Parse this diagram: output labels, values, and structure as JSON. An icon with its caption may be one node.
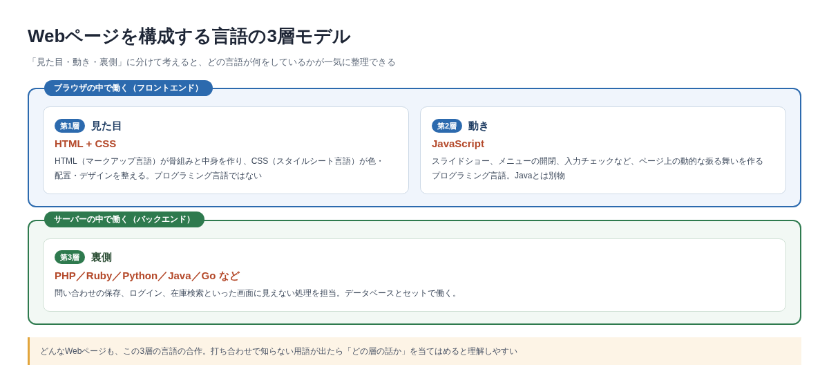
{
  "diagram": {
    "title": "Webページを構成する言語の3層モデル",
    "nodes": [
      {
        "text": [
          "ブラウザの中で働く（フロントエンド）"
        ]
      },
      {
        "text": [
          "見た目",
          "HTML + CSS",
          "HTML（マークアップ言語）が骨組みと中身を作り、CSS（スタイルシート言語）が色・配置・デザインを整える。プログラミング言語ではない"
        ],
        "in": 0
      },
      {
        "text": [
          "第1層"
        ],
        "in": 1
      },
      {
        "text": [
          "動き",
          "JavaScript",
          "スライドショー、メニューの開閉、入力チェックなど、ページ上の動的な振る舞いを作るプログラミング言語。Javaとは別物"
        ],
        "in": 0
      },
      {
        "text": [
          "第2層"
        ],
        "in": 3
      },
      {
        "text": [
          "サーバーの中で働く（バックエンド）"
        ]
      },
      {
        "text": [
          "裏側",
          "PHP／Ruby／Python／Java／Go など",
          "問い合わせの保存、ログイン、在庫検索といった画面に見えない処理を担当。データベースとセットで働く。"
        ],
        "in": 5
      },
      {
        "text": [
          "第3層"
        ],
        "in": 6
      },
      {
        "text": [
          "どんなWebページも、この3層の言語の合作。打ち合わせで知らない用語が出たら「どの層の話か」を当てはめると理解しやすい"
        ]
      }
    ],
    "labels": [
      "「見た目・動き・裏側」に分けて考えると、どの言語が何をしているかが一気に整理できる"
    ]
  }
}
